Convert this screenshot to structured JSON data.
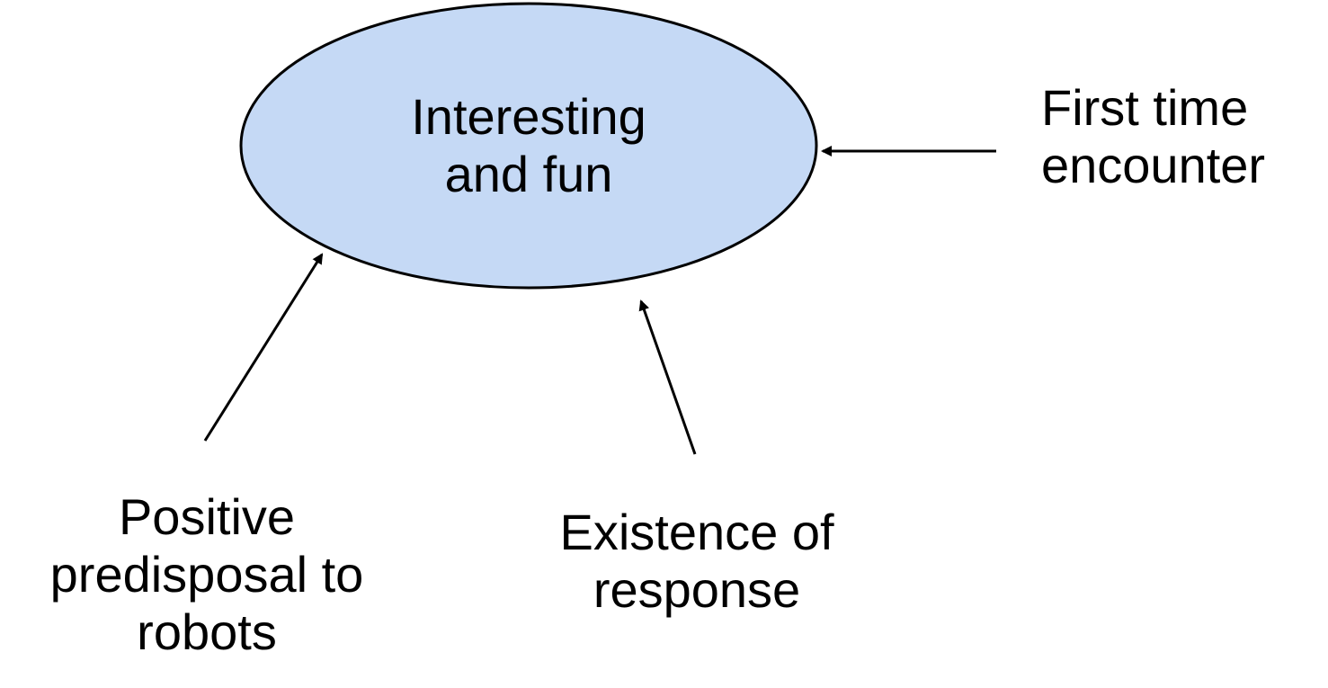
{
  "diagram": {
    "central_node": {
      "lines": [
        "Interesting",
        "and fun"
      ]
    },
    "factors": [
      {
        "id": "first-time-encounter",
        "lines": [
          "First time",
          "encounter"
        ]
      },
      {
        "id": "positive-predisposal",
        "lines": [
          "Positive",
          "predisposal to",
          "robots"
        ]
      },
      {
        "id": "existence-of-response",
        "lines": [
          "Existence of",
          "response"
        ]
      }
    ]
  },
  "colors": {
    "node_fill": "#c5d9f5",
    "node_stroke": "#000000",
    "arrow": "#000000",
    "text": "#000000"
  }
}
